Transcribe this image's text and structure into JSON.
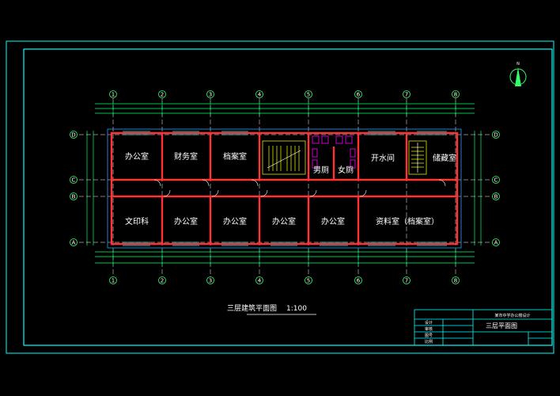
{
  "drawing": {
    "colors": {
      "background": "#000000",
      "frame": "#00ffff",
      "wall": "#ff3333",
      "grid": "#ffffff",
      "dimension": "#00ff66",
      "stair": "#ffff00",
      "fixture": "#ff00ff",
      "outline": "#3399ff"
    },
    "caption": "三层建筑平面图",
    "scale": "1:100",
    "grid_axes": {
      "columns": [
        "1",
        "2",
        "3",
        "4",
        "5",
        "6",
        "7",
        "8"
      ],
      "rows": [
        "A",
        "B",
        "C",
        "D"
      ]
    },
    "rooms": {
      "north": [
        "办公室",
        "财务室",
        "档案室",
        "男厕",
        "女厕",
        "开水间",
        "储藏室"
      ],
      "south": [
        "文印科",
        "办公室",
        "办公室",
        "办公室",
        "办公室",
        "资料室（档案室）"
      ]
    },
    "title_block": {
      "project": "某市中学办公楼设计",
      "sheet_title": "三层平面图",
      "cells": [
        "设计",
        "审核",
        "图号",
        "比例"
      ]
    }
  }
}
